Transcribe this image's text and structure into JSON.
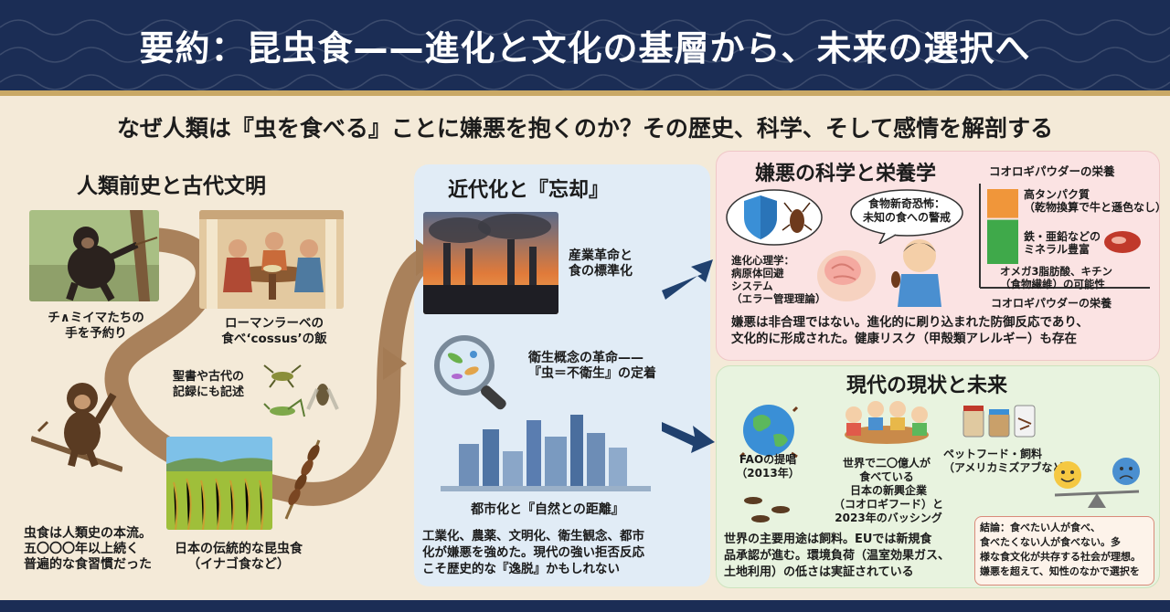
{
  "header": {
    "title": "要約：昆虫食——進化と文化の基層から、未来の選択へ"
  },
  "subtitle": "なぜ人類は『虫を食べる』ことに嫌悪を抱くのか？その歴史、科学、そして感情を解剖する",
  "history": {
    "heading": "人類前史と古代文明",
    "chimp_caption": [
      "チ∧ミイマたちの",
      "手を予約り"
    ],
    "roman_caption": [
      "ローマンラーベの",
      "食べ‘cossus’の飯"
    ],
    "bible_note": [
      "聖書や古代の",
      "記録にも記述"
    ],
    "summary": [
      "虫食は人類史の本流。",
      "五〇〇〇年以上続く",
      "普遍的な食習慣だった"
    ],
    "japan_caption": [
      "日本の伝統的な昆虫食",
      "（イナゴ食など）"
    ]
  },
  "modern": {
    "heading": "近代化と『忘却』",
    "industry_caption": [
      "産業革命と",
      "食の標準化"
    ],
    "hygiene_caption": [
      "衛生概念の革命——",
      "『虫＝不衛生』の定着"
    ],
    "city_caption": "都市化と『自然との距離』",
    "summary": [
      "工業化、農薬、文明化、衛生観念、都市",
      "化が嫌悪を強めた。現代の強い拒否反応",
      "こそ歴史的な『逸脱』かもしれない"
    ]
  },
  "science": {
    "heading": "嫌悪の科学と栄養学",
    "neophobia_bubble": [
      "食物新奇恐怖：",
      "未知の食への警戒"
    ],
    "evolution_label": [
      "進化心理学：",
      "病原体回避",
      "システム",
      "（エラー管理理論）"
    ],
    "powder_title": "コオロギパウダーの栄養",
    "powder_axis": "コオロギパウダーの栄養",
    "nutrients": [
      {
        "lines": [
          "高タンパク質",
          "（乾物換算で牛と遜色なし）"
        ],
        "color": "#f0963a",
        "share": 0.4
      },
      {
        "lines": [
          "鉄・亜鉛などの",
          "ミネラル豊富"
        ],
        "color": "#3fa94a",
        "share": 0.6
      },
      {
        "lines": [
          "オメガ3脂肪酸、キチン",
          "（食物繊維）の可能性"
        ]
      }
    ],
    "summary": [
      "嫌悪は非合理ではない。進化的に刷り込まれた防御反応であり、",
      "文化的に形成された。健康リスク（甲殻類アレルギー）も存在"
    ]
  },
  "future": {
    "heading": "現代の現状と未来",
    "fao": [
      "FAOの提唱",
      "（2013年）"
    ],
    "world": [
      "世界で二〇億人が",
      "食べている"
    ],
    "japan_startup": [
      "日本の新興企業",
      "（コオロギフード）と",
      "2023年のバッシング"
    ],
    "petfood": [
      "ペットフード・飼料",
      "（アメリカミズアブなど）"
    ],
    "summary": [
      "世界の主要用途は飼料。EUでは新規食",
      "品承認が進む。環境負荷（温室効果ガス、",
      "土地利用）の低さは実証されている"
    ],
    "conclusion": [
      "結論：食べたい人が食べ、",
      "食べたくない人が食べない。多",
      "様な食文化が共存する社会が理想。",
      "嫌悪を超えて、知性のなかで選択を"
    ]
  },
  "colors": {
    "navy": "#1b2d55",
    "gold": "#c9a865",
    "path": "#a47b54",
    "arrow": "#20416f",
    "pink_panel": "#fbe3e3",
    "blue_panel": "#e1ecf6",
    "green_panel": "#e8f3df"
  }
}
